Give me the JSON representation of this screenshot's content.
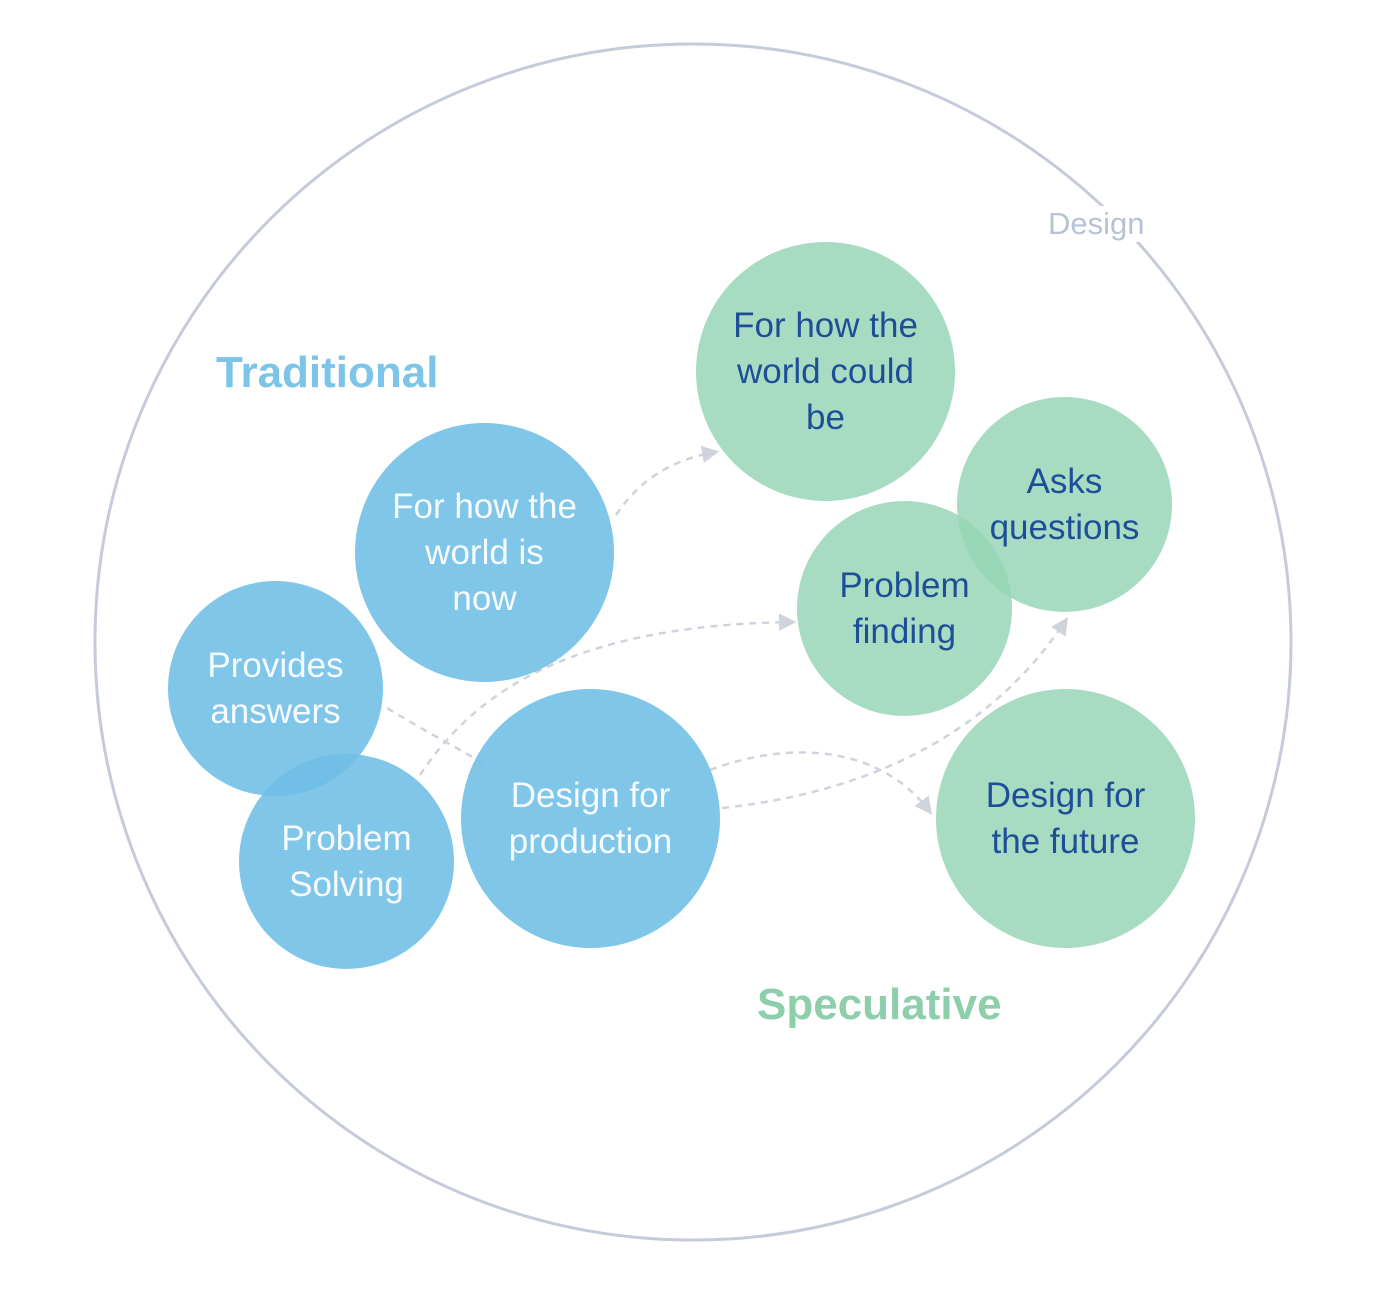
{
  "outer": {
    "label": "Design"
  },
  "groups": {
    "traditional": {
      "label": "Traditional",
      "color": "#7cc4e8"
    },
    "speculative": {
      "label": "Speculative",
      "color": "#8dcfaa"
    }
  },
  "colors": {
    "outer_ring": "#c5cbd9",
    "traditional_fill": "#6ebee6",
    "speculative_fill": "#94d4b4",
    "speculative_text": "#1e4e98",
    "traditional_text": "#f6fbff",
    "arrow": "#cfd3dc"
  },
  "traditional_bubbles": [
    {
      "id": "world-now",
      "text": "For how the\nworld is\nnow"
    },
    {
      "id": "provides-answers",
      "text": "Provides\nanswers"
    },
    {
      "id": "problem-solving",
      "text": "Problem\nSolving"
    },
    {
      "id": "design-production",
      "text": "Design for\nproduction"
    }
  ],
  "speculative_bubbles": [
    {
      "id": "world-could-be",
      "text": "For how the\nworld could\nbe"
    },
    {
      "id": "asks-questions",
      "text": "Asks\nquestions"
    },
    {
      "id": "problem-finding",
      "text": "Problem\nfinding"
    },
    {
      "id": "design-future",
      "text": "Design for\nthe future"
    }
  ]
}
